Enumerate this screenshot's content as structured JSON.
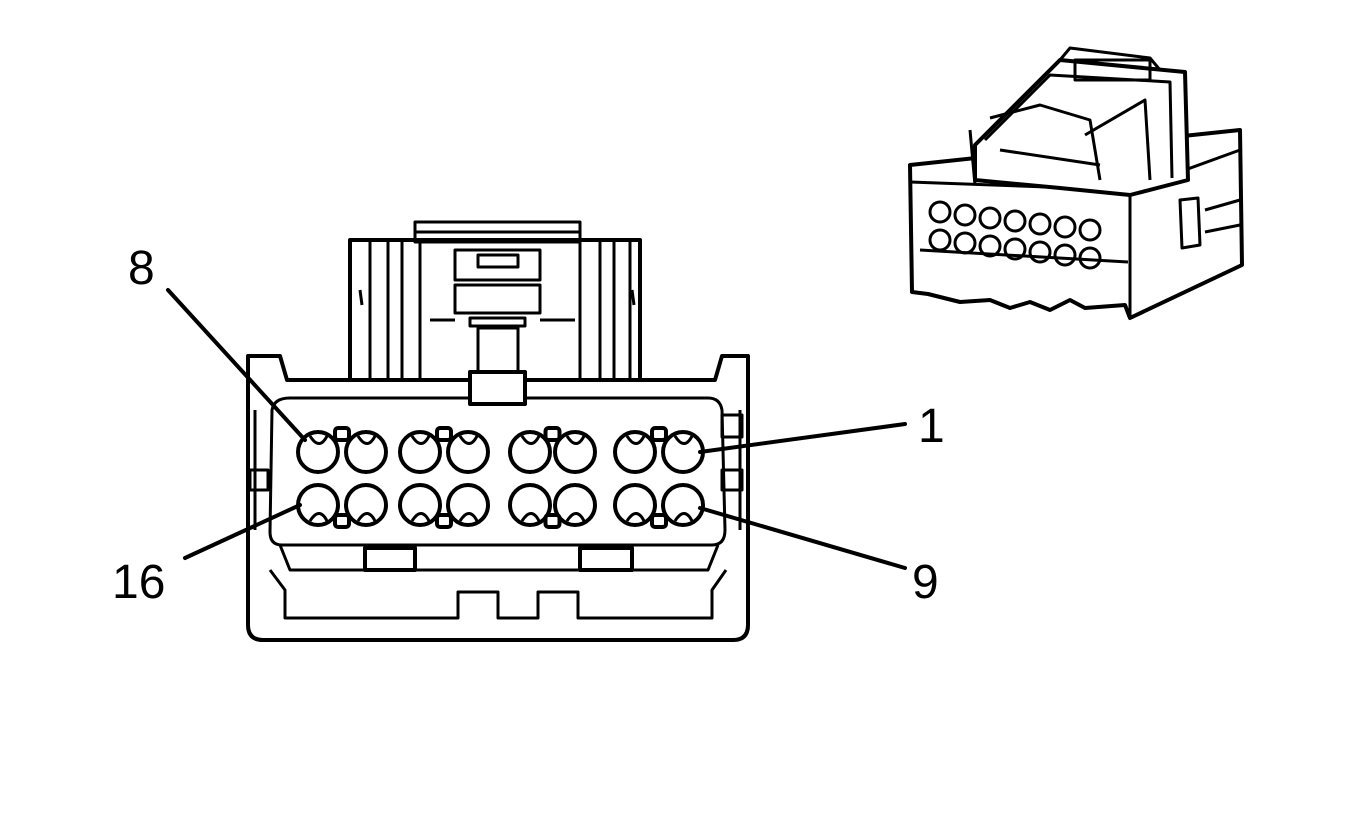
{
  "diagram": {
    "labels": {
      "pin_8": "8",
      "pin_1": "1",
      "pin_16": "16",
      "pin_9": "9"
    },
    "connector": {
      "cavity_rows": 2,
      "cavities_per_row": 8
    },
    "colors": {
      "line": "#000000",
      "background": "#ffffff"
    }
  }
}
